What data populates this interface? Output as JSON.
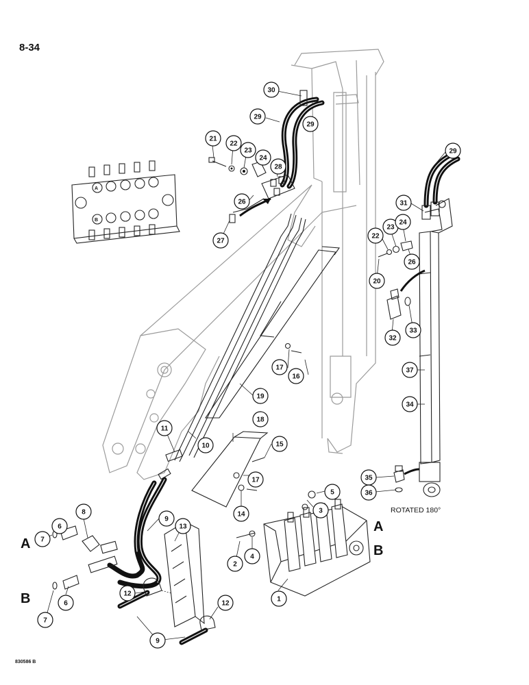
{
  "page": {
    "number": "8-34",
    "figure_code": "830586 B",
    "rotated_note": "ROTATED 180°"
  },
  "port_letters": {
    "a": "A",
    "b": "B"
  },
  "callouts": [
    {
      "id": "c1",
      "n": "1"
    },
    {
      "id": "c2",
      "n": "2"
    },
    {
      "id": "c3",
      "n": "3"
    },
    {
      "id": "c4",
      "n": "4"
    },
    {
      "id": "c5",
      "n": "5"
    },
    {
      "id": "c6a",
      "n": "6"
    },
    {
      "id": "c6b",
      "n": "6"
    },
    {
      "id": "c7a",
      "n": "7"
    },
    {
      "id": "c7b",
      "n": "7"
    },
    {
      "id": "c8",
      "n": "8"
    },
    {
      "id": "c9a",
      "n": "9"
    },
    {
      "id": "c9b",
      "n": "9"
    },
    {
      "id": "c10",
      "n": "10"
    },
    {
      "id": "c11",
      "n": "11"
    },
    {
      "id": "c12a",
      "n": "12"
    },
    {
      "id": "c12b",
      "n": "12"
    },
    {
      "id": "c13",
      "n": "13"
    },
    {
      "id": "c14",
      "n": "14"
    },
    {
      "id": "c15",
      "n": "15"
    },
    {
      "id": "c16",
      "n": "16"
    },
    {
      "id": "c17a",
      "n": "17"
    },
    {
      "id": "c17b",
      "n": "17"
    },
    {
      "id": "c18",
      "n": "18"
    },
    {
      "id": "c19",
      "n": "19"
    },
    {
      "id": "c20",
      "n": "20"
    },
    {
      "id": "c21",
      "n": "21"
    },
    {
      "id": "c22a",
      "n": "22"
    },
    {
      "id": "c22b",
      "n": "22"
    },
    {
      "id": "c23a",
      "n": "23"
    },
    {
      "id": "c23b",
      "n": "23"
    },
    {
      "id": "c24a",
      "n": "24"
    },
    {
      "id": "c24b",
      "n": "24"
    },
    {
      "id": "c26a",
      "n": "26"
    },
    {
      "id": "c26b",
      "n": "26"
    },
    {
      "id": "c27",
      "n": "27"
    },
    {
      "id": "c28",
      "n": "28"
    },
    {
      "id": "c29a",
      "n": "29"
    },
    {
      "id": "c29b",
      "n": "29"
    },
    {
      "id": "c29c",
      "n": "29"
    },
    {
      "id": "c30",
      "n": "30"
    },
    {
      "id": "c31",
      "n": "31"
    },
    {
      "id": "c32",
      "n": "32"
    },
    {
      "id": "c33",
      "n": "33"
    },
    {
      "id": "c34",
      "n": "34"
    },
    {
      "id": "c35",
      "n": "35"
    },
    {
      "id": "c36",
      "n": "36"
    },
    {
      "id": "c37",
      "n": "37"
    }
  ]
}
